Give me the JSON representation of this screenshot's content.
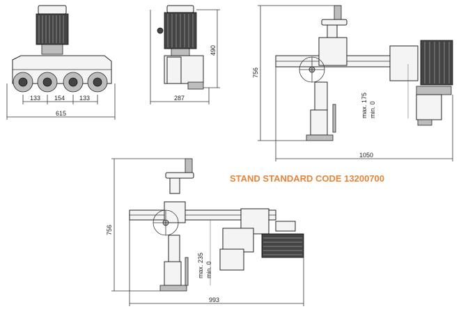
{
  "title": "STAND STANDARD CODE 13200700",
  "colors": {
    "accent": "#e8833a",
    "line": "#333333"
  },
  "top_left_view": {
    "d1": "133",
    "d2": "154",
    "d3": "133",
    "total": "615"
  },
  "side_view": {
    "height": "490",
    "width": "287"
  },
  "top_right_view": {
    "height": "756",
    "width": "1050",
    "max_label": "max. 175",
    "min_label": "min. 0"
  },
  "bottom_view": {
    "height": "756",
    "width": "993",
    "max_label": "max. 235",
    "min_label": "min. 0"
  }
}
